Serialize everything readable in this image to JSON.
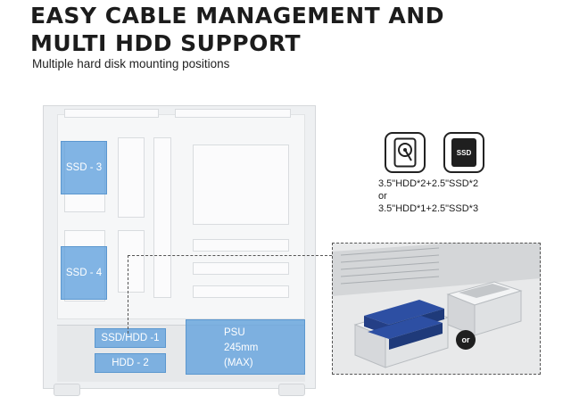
{
  "header": {
    "title_line1": "EASY CABLE MANAGEMENT AND",
    "title_line2": "MULTI HDD SUPPORT",
    "subtitle": "Multiple hard disk mounting positions"
  },
  "diagram": {
    "labels": {
      "ssd3": "SSD - 3",
      "ssd4": "SSD - 4",
      "ssd_hdd1": "SSD/HDD -1",
      "hdd2": "HDD - 2",
      "psu_line1": "PSU",
      "psu_line2": "245mm",
      "psu_line3": "(MAX)"
    },
    "highlight_color": "#5fa0dc"
  },
  "icons": [
    {
      "name": "hdd-icon"
    },
    {
      "name": "ssd-icon",
      "label": "SSD"
    }
  ],
  "configs": {
    "option1": "3.5\"HDD*2+2.5\"SSD*2",
    "or": "or",
    "option2": "3.5\"HDD*1+2.5\"SSD*3"
  },
  "photo": {
    "or_badge": "or"
  }
}
